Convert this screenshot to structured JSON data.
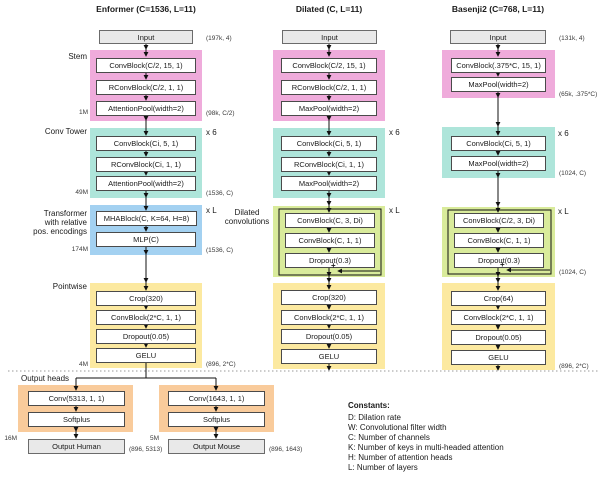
{
  "colors": {
    "stem": "#efabdb",
    "tower": "#aee5da",
    "transformer": "#a3d1f1",
    "dilated": "#d9eb9b",
    "pointwise": "#fce9a0",
    "heads": "#f9cb9b",
    "io_fill": "#e9e9e9"
  },
  "col1": {
    "title": "Enformer (C=1536, L=11)",
    "input": "Input",
    "input_shape": "(197k, 4)",
    "stem_boxes": [
      "ConvBlock(C/2, 15, 1)",
      "RConvBlock(C/2, 1, 1)",
      "AttentionPool(width=2)"
    ],
    "stem_params": "1M",
    "stem_shape": "(98k, C/2)",
    "tower_boxes": [
      "ConvBlock(Ci, 5, 1)",
      "RConvBlock(Ci, 1, 1)",
      "AttentionPool(width=2)"
    ],
    "tower_mult": "x 6",
    "tower_params": "49M",
    "tower_shape": "(1536, C)",
    "transformer_boxes": [
      "MHABlock(C, K=64, H=8)",
      "MLP(C)"
    ],
    "transformer_mult": "x L",
    "transformer_params": "174M",
    "transformer_shape": "(1536, C)",
    "pointwise_boxes": [
      "Crop(320)",
      "ConvBlock(2*C, 1, 1)",
      "Dropout(0.05)",
      "GELU"
    ],
    "pointwise_params": "4M",
    "pointwise_shape": "(896, 2*C)"
  },
  "col2": {
    "title": "Dilated (C, L=11)",
    "input": "Input",
    "stem_boxes": [
      "ConvBlock(C/2, 15, 1)",
      "RConvBlock(C/2, 1, 1)",
      "MaxPool(width=2)"
    ],
    "tower_boxes": [
      "ConvBlock(Ci, 5, 1)",
      "RConvBlock(Ci, 1, 1)",
      "MaxPool(width=2)"
    ],
    "tower_mult": "x 6",
    "dilated_boxes": [
      "ConvBlock(C, 3, Di)",
      "ConvBlock(C, 1, 1)",
      "Dropout(0.3)"
    ],
    "dilated_mult": "x L",
    "plus": "+",
    "pointwise_boxes": [
      "Crop(320)",
      "ConvBlock(2*C, 1, 1)",
      "Dropout(0.05)",
      "GELU"
    ]
  },
  "col3": {
    "title": "Basenji2 (C=768, L=11)",
    "input": "Input",
    "input_shape": "(131k, 4)",
    "stem_boxes": [
      "ConvBlock(.375*C, 15, 1)",
      "MaxPool(width=2)"
    ],
    "stem_shape": "(65k, .375*C)",
    "tower_boxes": [
      "ConvBlock(Ci, 5, 1)",
      "MaxPool(width=2)"
    ],
    "tower_mult": "x 6",
    "tower_shape": "(1024, C)",
    "dilated_boxes": [
      "ConvBlock(C/2, 3, Di)",
      "ConvBlock(C, 1, 1)",
      "Dropout(0.3)"
    ],
    "dilated_mult": "x L",
    "dilated_shape": "(1024, C)",
    "plus": "+",
    "pointwise_boxes": [
      "Crop(64)",
      "ConvBlock(2*C, 1, 1)",
      "Dropout(0.05)",
      "GELU"
    ],
    "pointwise_shape": "(896, 2*C)"
  },
  "labels": {
    "stem": "Stem",
    "conv_tower": "Conv Tower",
    "transformer_l1": "Transformer",
    "transformer_l2": "with relative",
    "transformer_l3": "pos. encodings",
    "pointwise": "Pointwise",
    "dilated_l1": "Dilated",
    "dilated_l2": "convolutions",
    "output_heads": "Output heads"
  },
  "heads": {
    "human_conv": "Conv(5313, 1, 1)",
    "human_softplus": "Softplus",
    "human_output": "Output Human",
    "human_params": "16M",
    "human_shape": "(896, 5313)",
    "mouse_conv": "Conv(1643, 1, 1)",
    "mouse_softplus": "Softplus",
    "mouse_output": "Output Mouse",
    "mouse_params": "5M",
    "mouse_shape": "(896, 1643)"
  },
  "constants": {
    "title": "Constants:",
    "items": [
      "D: Dilation rate",
      "W: Convolutional filter width",
      "C: Number of channels",
      "K: Number of keys in multi-headed attention",
      "H: Number of attention heads",
      "L: Number of layers"
    ]
  }
}
